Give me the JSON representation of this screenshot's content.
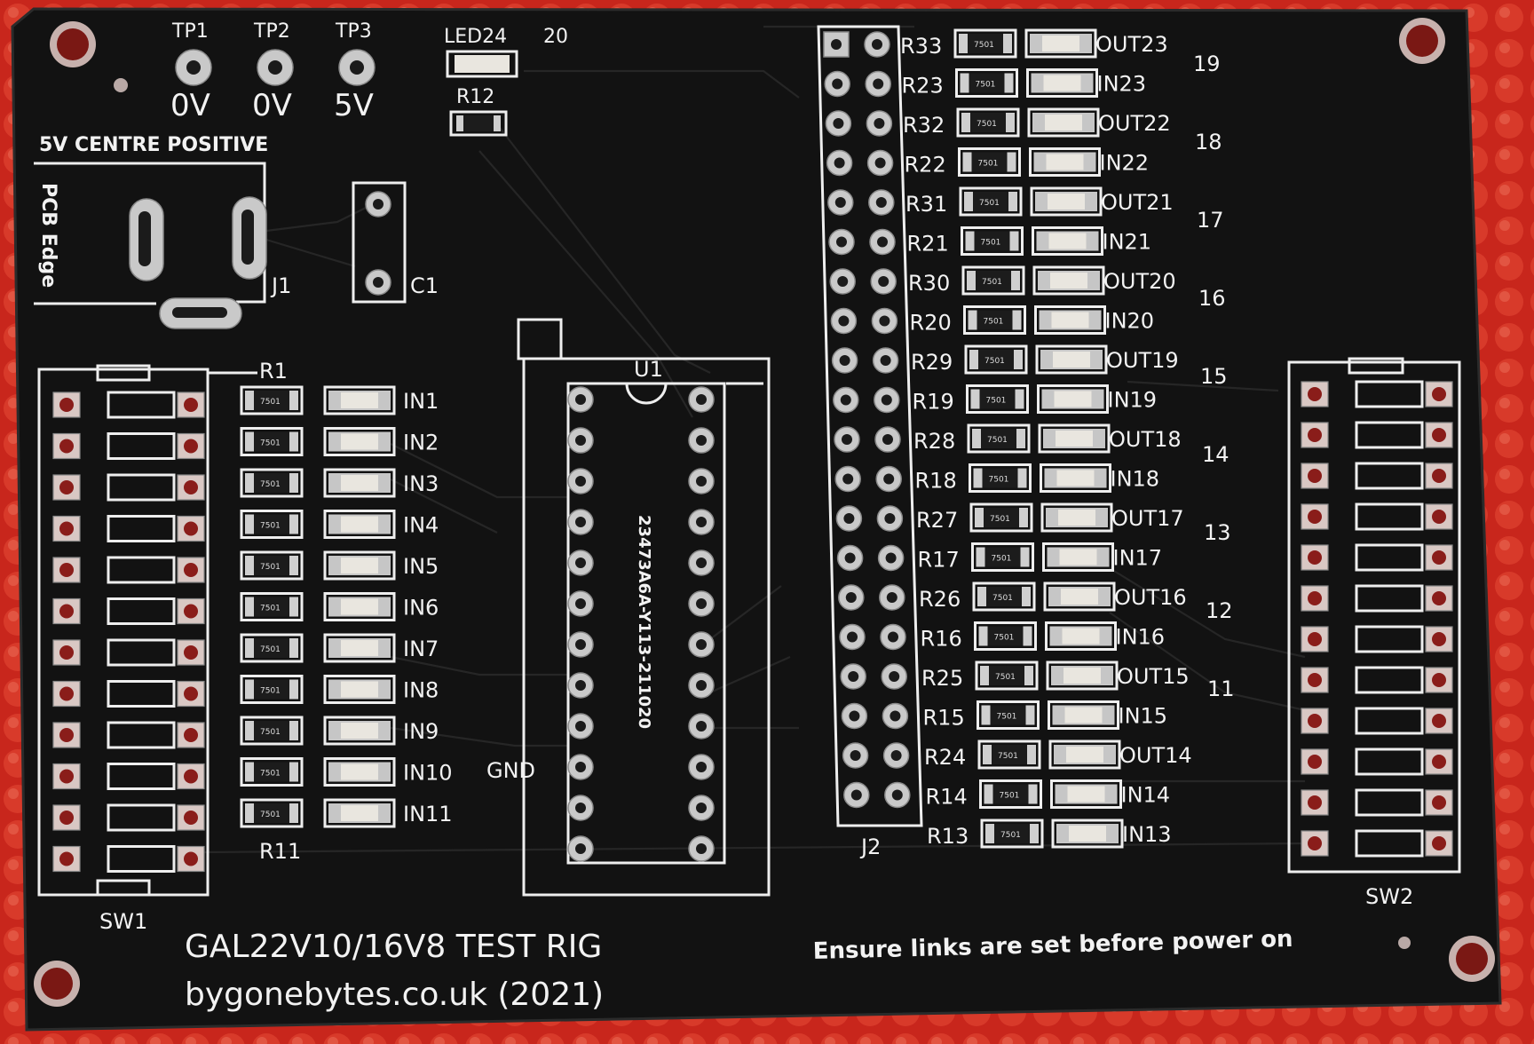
{
  "board": {
    "title": "GAL22V10/16V8 TEST RIG",
    "url": "bygonebytes.co.uk (2021)",
    "warning": "Ensure links are set before power on",
    "power_label": "5V CENTRE POSITIVE",
    "pcb_edge_label": "PCB Edge",
    "chip_marking": "23473A6A-Y113-211020",
    "gnd_label": "GND",
    "colors": {
      "background": "#c8261c",
      "board": "#111111",
      "silkscreen": "#f2f2f2",
      "copper_pad": "#c9c9c9"
    }
  },
  "test_points": [
    {
      "name": "TP1",
      "value": "0V"
    },
    {
      "name": "TP2",
      "value": "0V"
    },
    {
      "name": "TP3",
      "value": "5V"
    }
  ],
  "top_parts": {
    "led": "LED24",
    "led_num": "20",
    "resistor": "R12",
    "j1": "J1",
    "c1": "C1",
    "u1": "U1",
    "j2": "J2",
    "sw1": "SW1",
    "sw2": "SW2"
  },
  "left_rows": [
    {
      "res": "R1",
      "code": "7501",
      "input": "IN1"
    },
    {
      "res": "",
      "code": "7501",
      "input": "IN2"
    },
    {
      "res": "",
      "code": "7501",
      "input": "IN3"
    },
    {
      "res": "",
      "code": "7501",
      "input": "IN4"
    },
    {
      "res": "",
      "code": "7501",
      "input": "IN5"
    },
    {
      "res": "",
      "code": "7501",
      "input": "IN6"
    },
    {
      "res": "",
      "code": "7501",
      "input": "IN7"
    },
    {
      "res": "",
      "code": "7501",
      "input": "IN8"
    },
    {
      "res": "",
      "code": "7501",
      "input": "IN9"
    },
    {
      "res": "",
      "code": "7501",
      "input": "IN10"
    },
    {
      "res": "R11",
      "code": "7501",
      "input": "IN11"
    }
  ],
  "right_rows": [
    {
      "res": "R33",
      "label": "OUT23"
    },
    {
      "res": "R23",
      "label": "IN23"
    },
    {
      "res": "R32",
      "label": "OUT22"
    },
    {
      "res": "R22",
      "label": "IN22"
    },
    {
      "res": "R31",
      "label": "OUT21"
    },
    {
      "res": "R21",
      "label": "IN21"
    },
    {
      "res": "R30",
      "label": "OUT20"
    },
    {
      "res": "R20",
      "label": "IN20"
    },
    {
      "res": "R29",
      "label": "OUT19"
    },
    {
      "res": "R19",
      "label": "IN19"
    },
    {
      "res": "R28",
      "label": "OUT18"
    },
    {
      "res": "R18",
      "label": "IN18"
    },
    {
      "res": "R27",
      "label": "OUT17"
    },
    {
      "res": "R17",
      "label": "IN17"
    },
    {
      "res": "R26",
      "label": "OUT16"
    },
    {
      "res": "R16",
      "label": "IN16"
    },
    {
      "res": "R25",
      "label": "OUT15"
    },
    {
      "res": "R15",
      "label": "IN15"
    },
    {
      "res": "R24",
      "label": "OUT14"
    },
    {
      "res": "R14",
      "label": "IN14"
    },
    {
      "res": "R13",
      "label": "IN13"
    }
  ],
  "pin_numbers": [
    "19",
    "18",
    "17",
    "16",
    "15",
    "14",
    "13",
    "12",
    "11"
  ]
}
